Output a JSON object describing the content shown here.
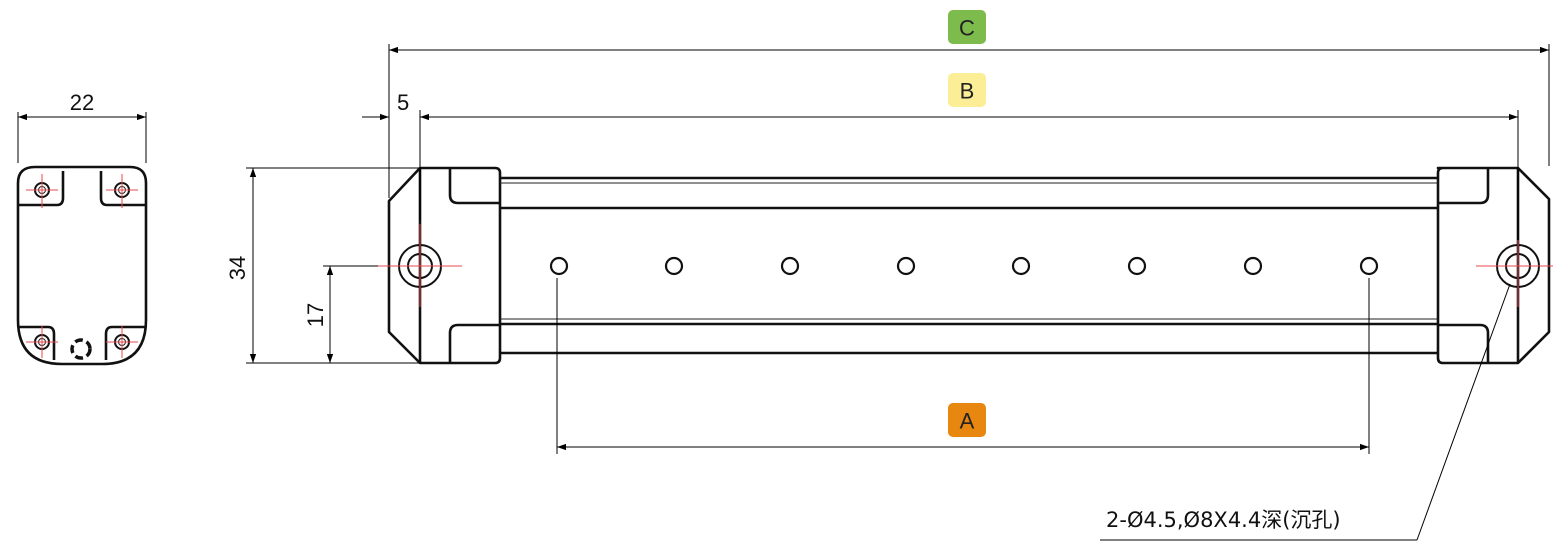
{
  "dimensions": {
    "width_label": "22",
    "offset_label": "5",
    "height_label": "34",
    "center_height_label": "17"
  },
  "badges": {
    "a": {
      "label": "A",
      "color": "#e8870f"
    },
    "b": {
      "label": "B",
      "color": "#fbee96"
    },
    "c": {
      "label": "C",
      "color": "#7dbb4c"
    }
  },
  "callout": {
    "text": "2-Ø4.5,Ø8X4.4深(沉孔)"
  },
  "colors": {
    "line": "#111111",
    "centerline": "#e8484c"
  }
}
